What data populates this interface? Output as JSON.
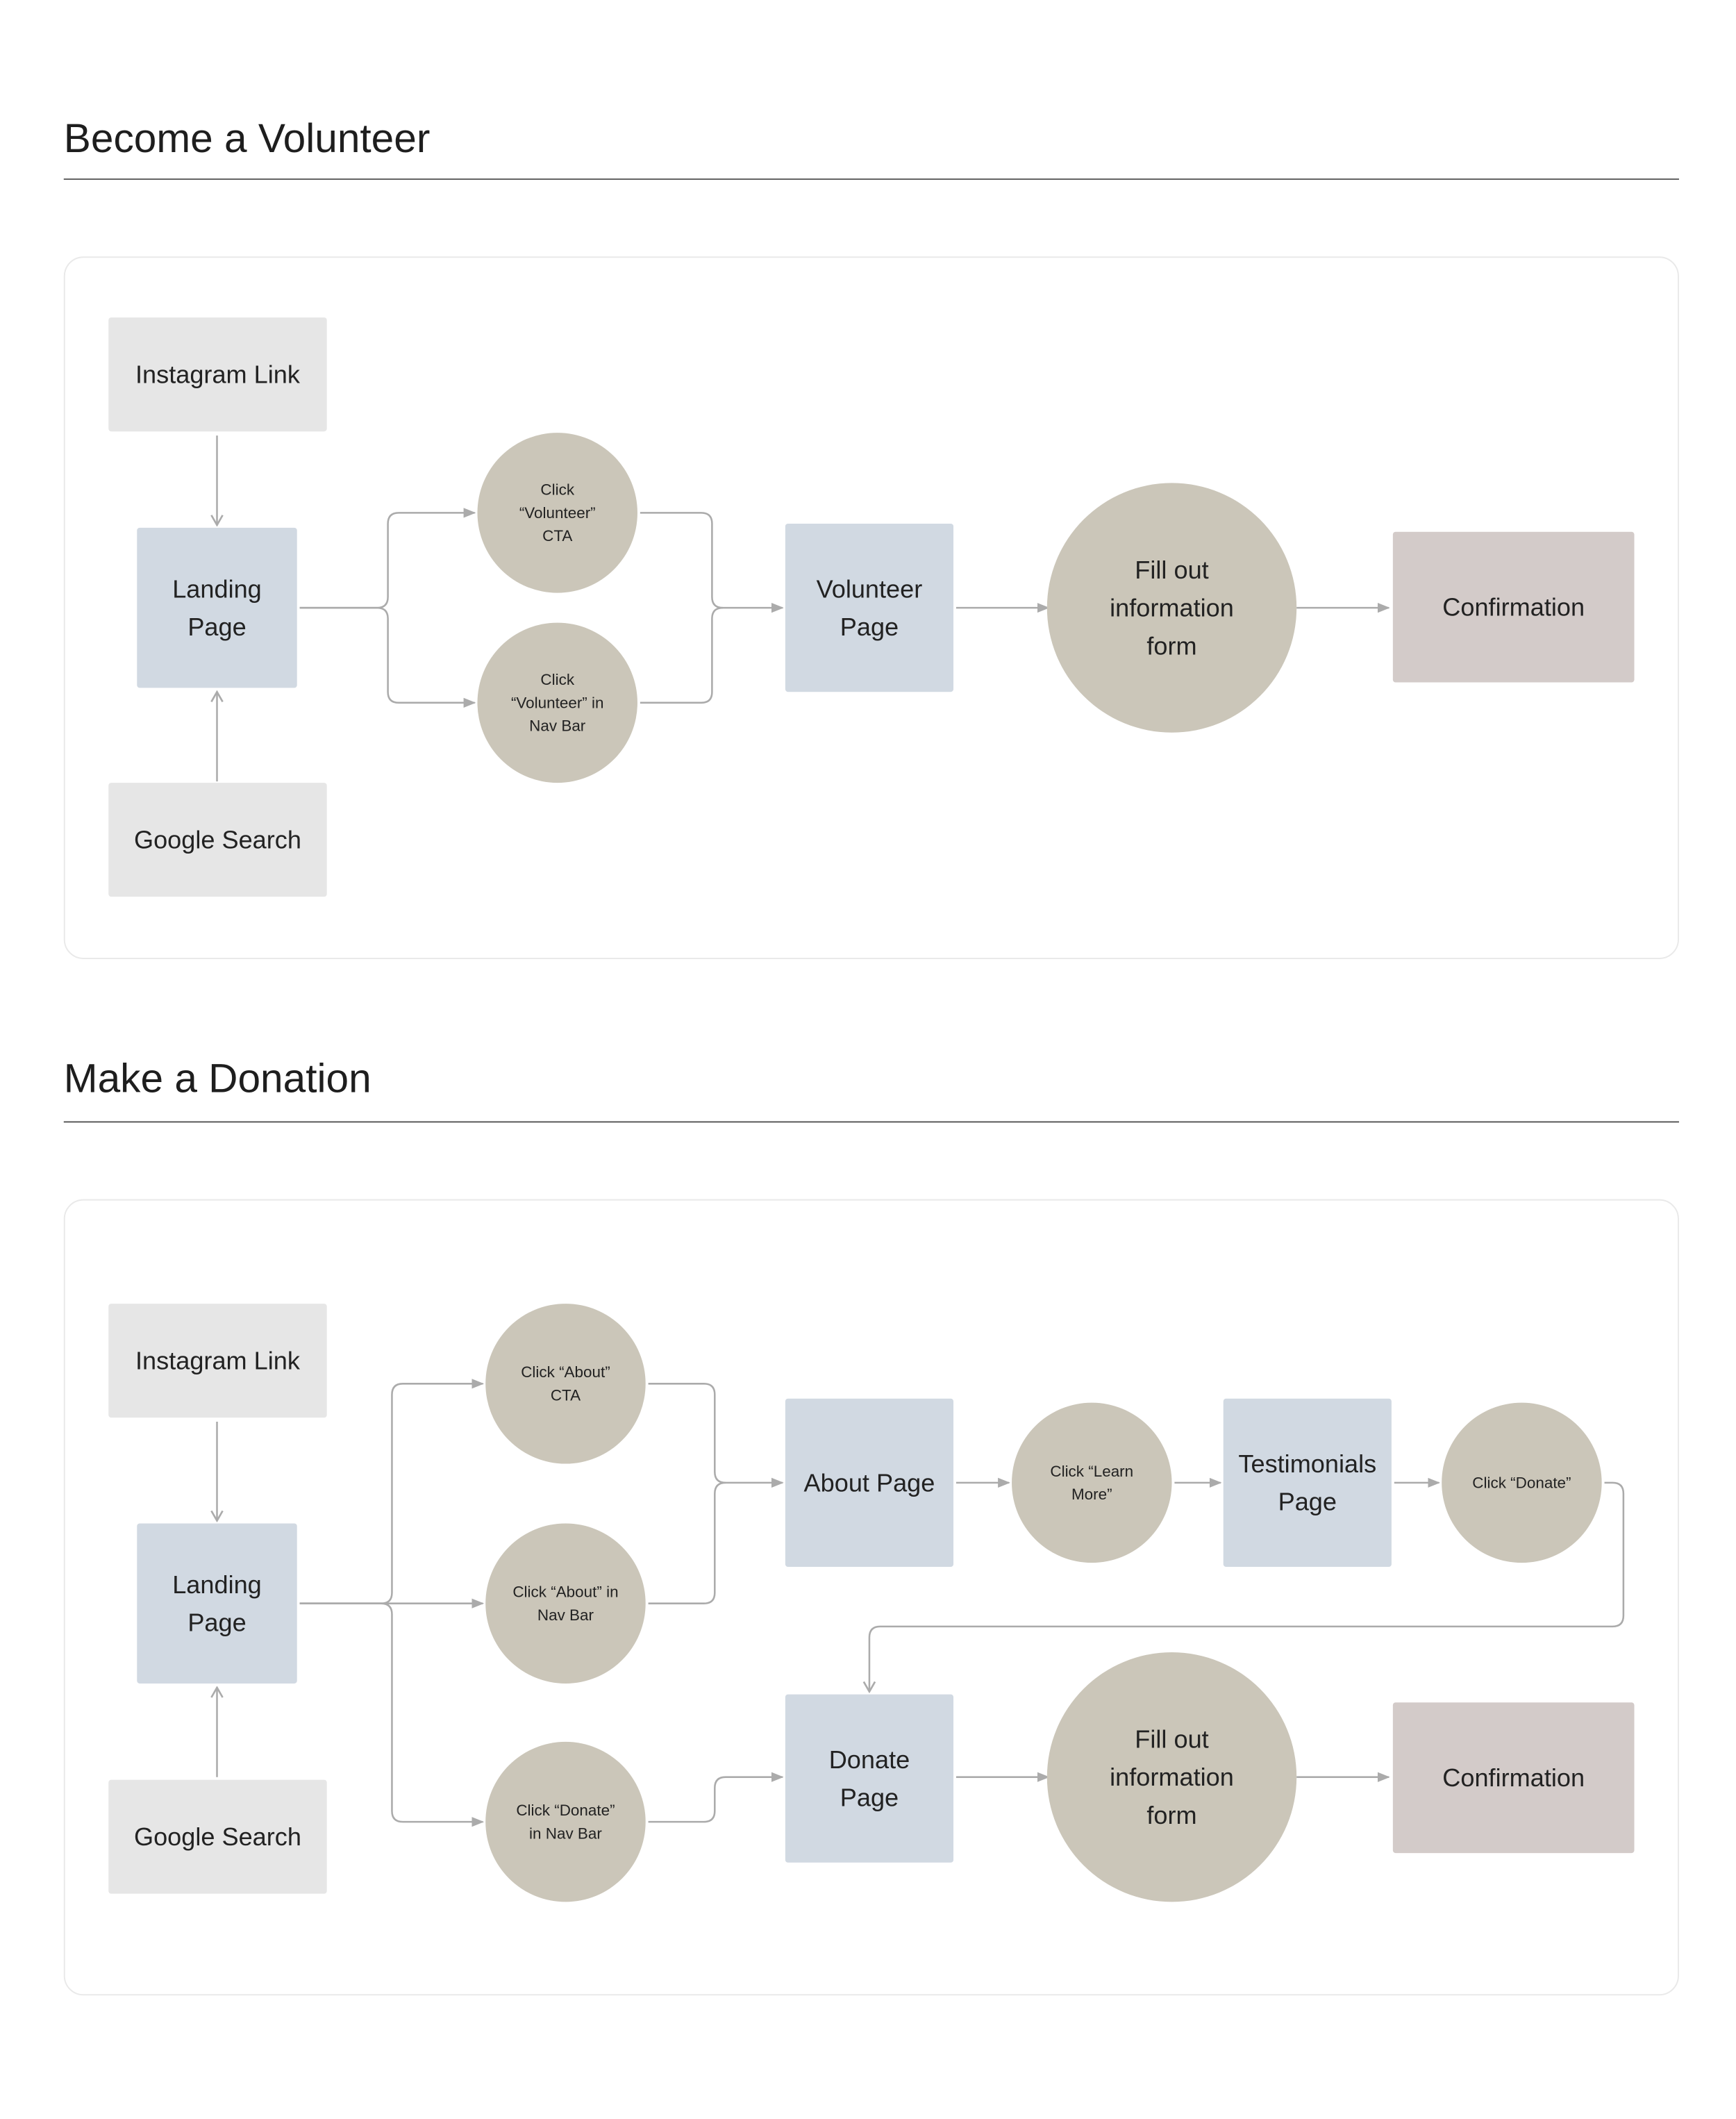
{
  "colors": {
    "source_box": "#e6e6e6",
    "page_box": "#d1d9e2",
    "action_circle": "#cbc6b9",
    "confirmation_box": "#d3cbc9",
    "connector": "#ababab",
    "text": "#222222"
  },
  "sections": [
    {
      "title": "Become a Volunteer",
      "nodes": {
        "instagram": [
          "Instagram Link"
        ],
        "landing": [
          "Landing",
          "Page"
        ],
        "google": [
          "Google Search"
        ],
        "click_cta": [
          "Click",
          "“Volunteer”",
          "CTA"
        ],
        "click_nav": [
          "Click",
          "“Volunteer” in",
          "Nav Bar"
        ],
        "volunteer_page": [
          "Volunteer",
          "Page"
        ],
        "fill_form": [
          "Fill out",
          "information",
          "form"
        ],
        "confirmation": [
          "Confirmation"
        ]
      }
    },
    {
      "title": "Make a Donation",
      "nodes": {
        "instagram": [
          "Instagram Link"
        ],
        "landing": [
          "Landing",
          "Page"
        ],
        "google": [
          "Google Search"
        ],
        "click_about_cta": [
          "Click “About”",
          "CTA"
        ],
        "click_about_nav": [
          "Click “About” in",
          "Nav Bar"
        ],
        "click_donate_nav": [
          "Click “Donate”",
          "in Nav Bar"
        ],
        "about_page": [
          "About Page"
        ],
        "click_learn_more": [
          "Click “Learn",
          "More”"
        ],
        "testimonials_page": [
          "Testimonials",
          "Page"
        ],
        "click_donate": [
          "Click “Donate”"
        ],
        "donate_page": [
          "Donate",
          "Page"
        ],
        "fill_form": [
          "Fill out",
          "information",
          "form"
        ],
        "confirmation": [
          "Confirmation"
        ]
      }
    }
  ]
}
